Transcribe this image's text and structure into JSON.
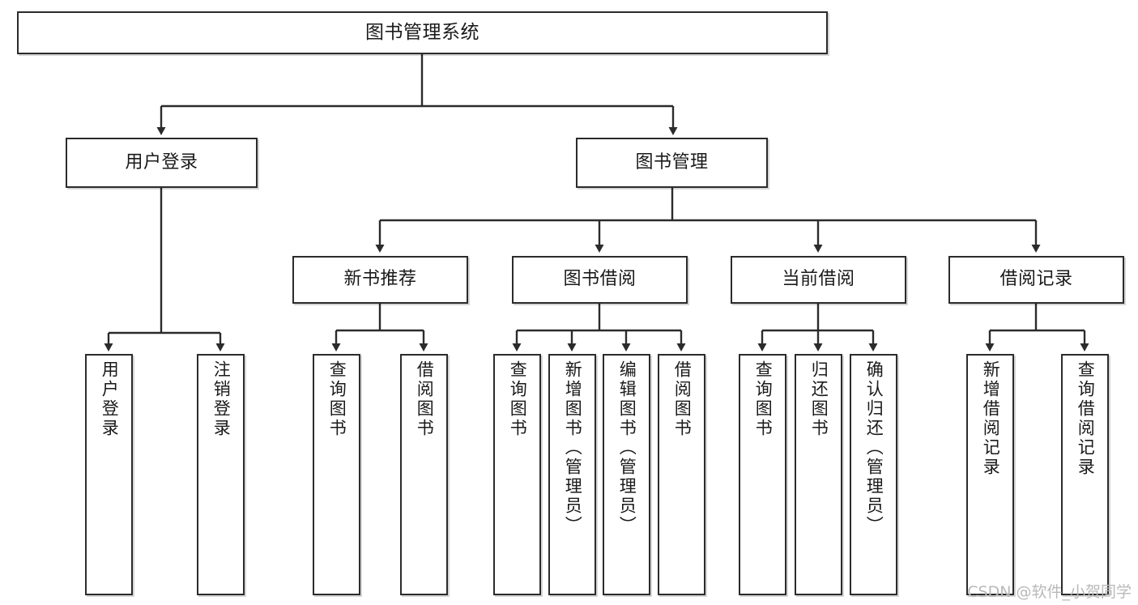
{
  "diagram": {
    "title": "图书管理系统",
    "watermark": "CSDN @软件_小贺同学",
    "line_color": "#2b2b2b",
    "box_fill": "#ffffff",
    "text_color": "#1a1a1a",
    "watermark_color": "#b9b9b9"
  },
  "nodes": {
    "root": {
      "label": "图书管理系统",
      "level": 1
    },
    "l2": [
      {
        "label": "用户登录",
        "level": 2
      },
      {
        "label": "图书管理",
        "level": 2
      }
    ],
    "l3": [
      {
        "label": "新书推荐",
        "level": 3
      },
      {
        "label": "图书借阅",
        "level": 3
      },
      {
        "label": "当前借阅",
        "level": 3
      },
      {
        "label": "借阅记录",
        "level": 3
      }
    ],
    "leaves_user_login": [
      {
        "label": "用户登录"
      },
      {
        "label": "注销登录"
      }
    ],
    "leaves_new_book": [
      {
        "label": "查询图书"
      },
      {
        "label": "借阅图书"
      }
    ],
    "leaves_borrow": [
      {
        "label": "查询图书"
      },
      {
        "label": "新增图书（管理员）"
      },
      {
        "label": "编辑图书（管理员）"
      },
      {
        "label": "借阅图书"
      }
    ],
    "leaves_current": [
      {
        "label": "查询图书"
      },
      {
        "label": "归还图书"
      },
      {
        "label": "确认归还（管理员）"
      }
    ],
    "leaves_record": [
      {
        "label": "新增借阅记录"
      },
      {
        "label": "查询借阅记录"
      }
    ]
  }
}
